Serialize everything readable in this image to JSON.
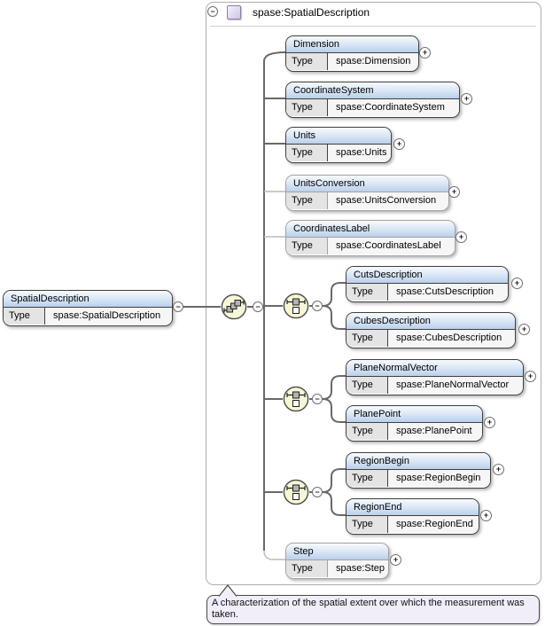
{
  "header": {
    "title": "spase:SpatialDescription"
  },
  "labels": {
    "type": "Type"
  },
  "icons": {
    "plus": "+",
    "minus": "−",
    "collapse": "−",
    "sequence": "sequence-compositor",
    "choice": "choice-compositor",
    "complex_type": "complex-type-square"
  },
  "elements": {
    "root": {
      "name": "SpatialDescription",
      "type": "spase:SpatialDescription"
    },
    "dimension": {
      "name": "Dimension",
      "type": "spase:Dimension"
    },
    "coordinate_system": {
      "name": "CoordinateSystem",
      "type": "spase:CoordinateSystem"
    },
    "units": {
      "name": "Units",
      "type": "spase:Units"
    },
    "units_conversion": {
      "name": "UnitsConversion",
      "type": "spase:UnitsConversion"
    },
    "coordinates_label": {
      "name": "CoordinatesLabel",
      "type": "spase:CoordinatesLabel"
    },
    "cuts_description": {
      "name": "CutsDescription",
      "type": "spase:CutsDescription"
    },
    "cubes_description": {
      "name": "CubesDescription",
      "type": "spase:CubesDescription"
    },
    "plane_normal_vector": {
      "name": "PlaneNormalVector",
      "type": "spase:PlaneNormalVector"
    },
    "plane_point": {
      "name": "PlanePoint",
      "type": "spase:PlanePoint"
    },
    "region_begin": {
      "name": "RegionBegin",
      "type": "spase:RegionBegin"
    },
    "region_end": {
      "name": "RegionEnd",
      "type": "spase:RegionEnd"
    },
    "step": {
      "name": "Step",
      "type": "spase:Step"
    }
  },
  "annotation": {
    "text": "A characterization of the spatial extent over which the measurement was taken."
  },
  "colors": {
    "required_border": "#404040",
    "optional_border": "#a2a2a2",
    "required_line": "#696969",
    "optional_line": "#bbbbbb",
    "title_gradient_top": "#f7fafd",
    "title_gradient_bottom": "#bad0eb",
    "compositor_fill": "#f7f7d8",
    "annotation_bg": "#f1edf9",
    "complex_type_icon": "#8a7db3",
    "container_border": "#aeaeae"
  }
}
